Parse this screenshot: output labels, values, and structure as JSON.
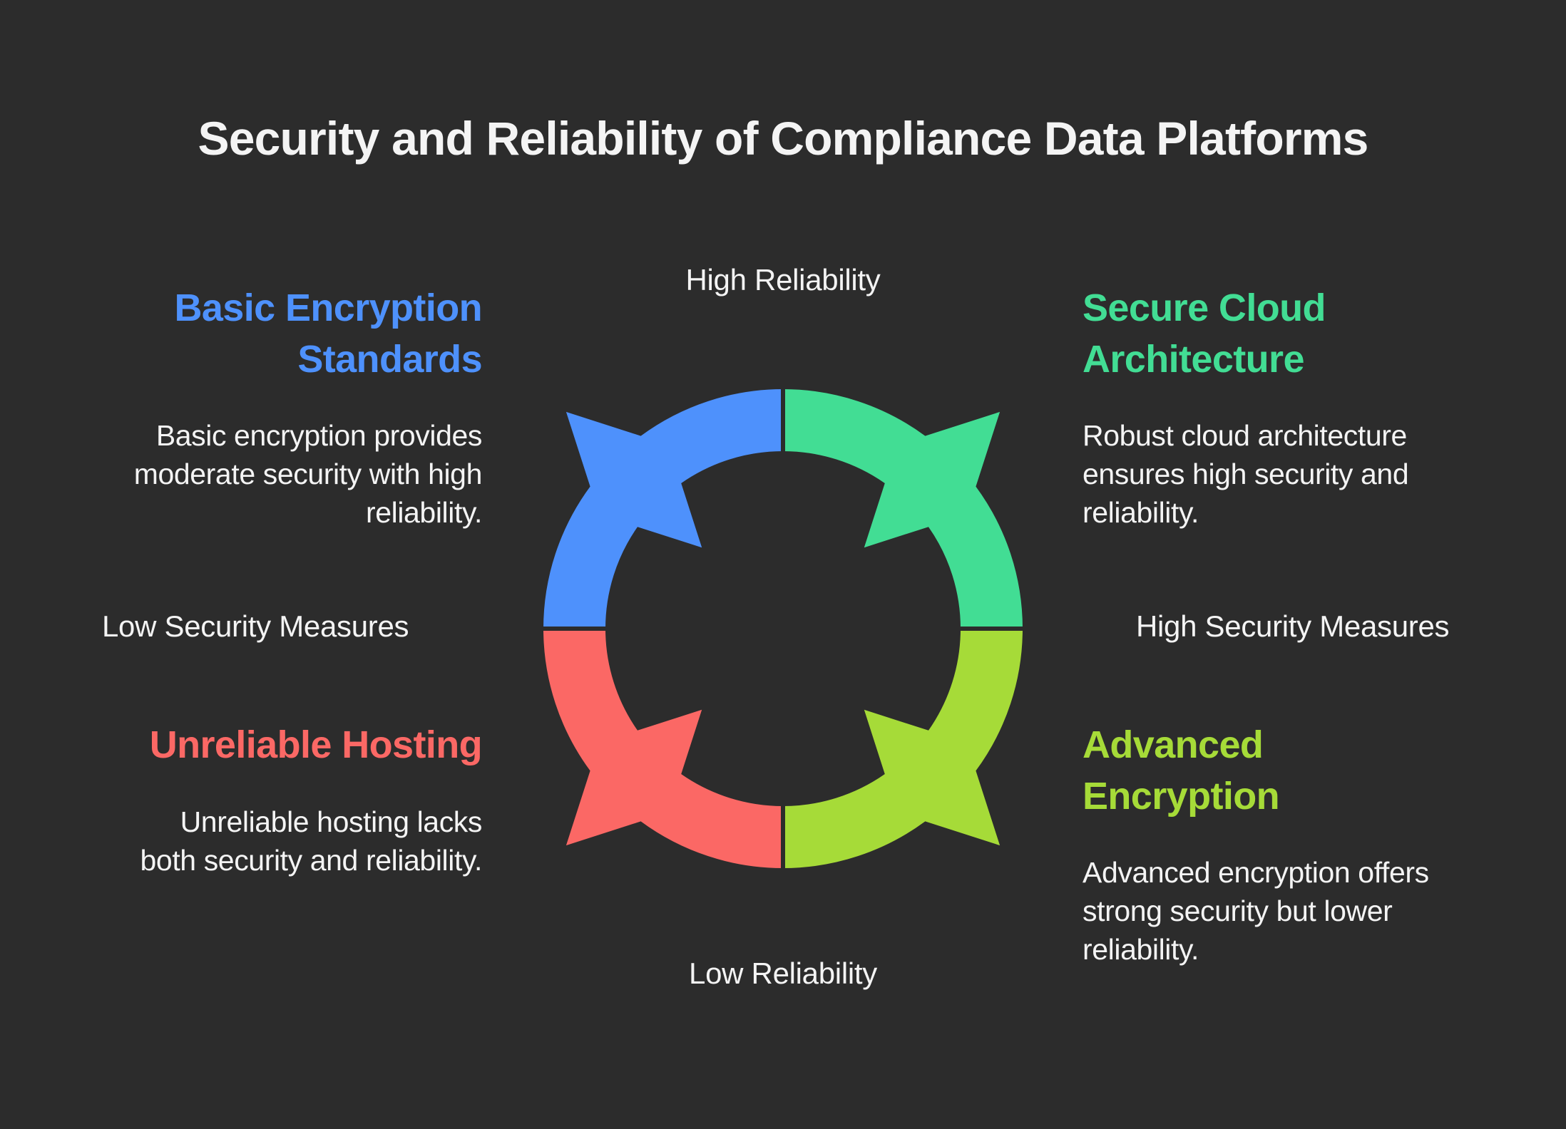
{
  "title": "Security and Reliability of Compliance Data Platforms",
  "axes": {
    "top": "High Reliability",
    "bottom": "Low Reliability",
    "left": "Low Security Measures",
    "right": "High Security Measures"
  },
  "quadrants": {
    "top_left": {
      "heading_lines": [
        "Basic Encryption",
        "Standards"
      ],
      "description_lines": [
        "Basic encryption provides",
        "moderate security with high",
        "reliability."
      ],
      "color": "#4e91fc"
    },
    "top_right": {
      "heading_lines": [
        "Secure Cloud",
        "Architecture"
      ],
      "description_lines": [
        "Robust cloud architecture",
        "ensures high security and",
        "reliability."
      ],
      "color": "#42dd94"
    },
    "bottom_left": {
      "heading_lines": [
        "Unreliable Hosting"
      ],
      "description_lines": [
        "Unreliable hosting lacks",
        "both security and reliability."
      ],
      "color": "#fb6865"
    },
    "bottom_right": {
      "heading_lines": [
        "Advanced",
        "Encryption"
      ],
      "description_lines": [
        "Advanced encryption offers",
        "strong security but lower",
        "reliability."
      ],
      "color": "#a6db38"
    }
  },
  "colors": {
    "background": "#2c2c2c",
    "text": "#f4f4f4"
  }
}
